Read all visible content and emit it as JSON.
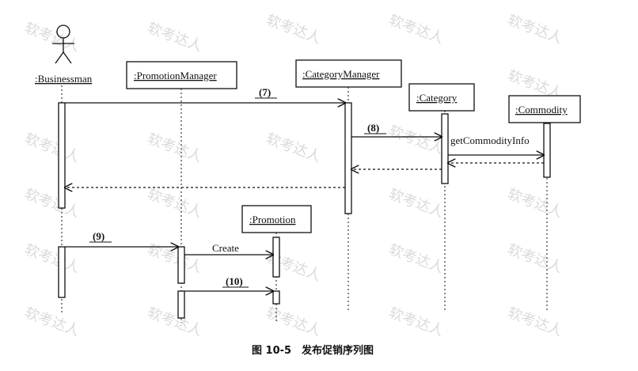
{
  "diagram": {
    "actor": {
      "name": ":Businessman"
    },
    "objects": {
      "promotion_manager": ":PromotionManager",
      "category_manager": ":CategoryManager",
      "category": ":Category",
      "commodity": ":Commodity",
      "promotion": ":Promotion"
    },
    "messages": {
      "m7": "(7)",
      "m8": "(8)",
      "get_commodity_info": "getCommodityInfo",
      "m9": "(9)",
      "create": "Create",
      "m10": "(10)"
    },
    "watermark": "软考达人",
    "caption": "图 10-5　发布促销序列图"
  }
}
